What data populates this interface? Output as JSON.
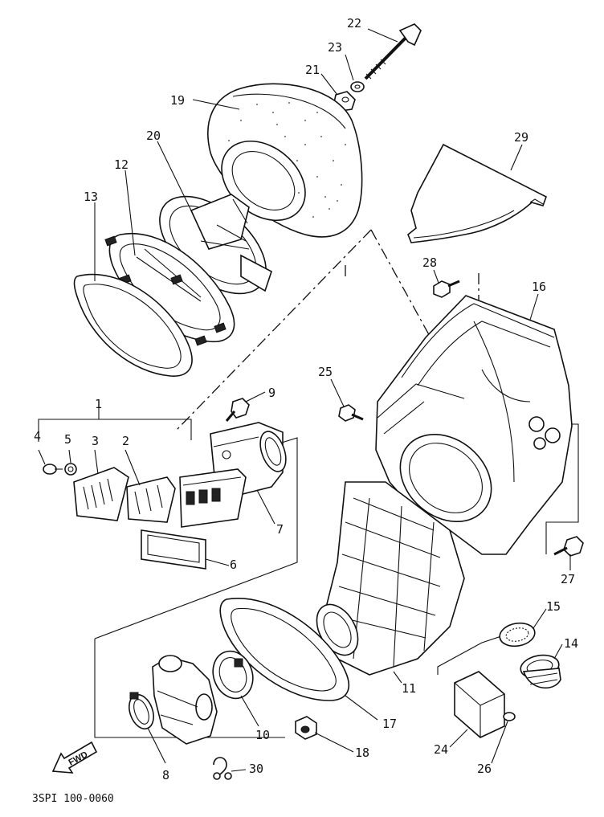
{
  "diagram": {
    "fwd_label": "FWD",
    "catalog_code": "3SPI 100-0060",
    "labels": {
      "1": "1",
      "2": "2",
      "3": "3",
      "4": "4",
      "5": "5",
      "6": "6",
      "7": "7",
      "8": "8",
      "9": "9",
      "10": "10",
      "11": "11",
      "12": "12",
      "13": "13",
      "14": "14",
      "15": "15",
      "16": "16",
      "17": "17",
      "18": "18",
      "19": "19",
      "20": "20",
      "21": "21",
      "22": "22",
      "23": "23",
      "24": "24",
      "25": "25",
      "26": "26",
      "27": "27",
      "28": "28",
      "29": "29",
      "30": "30"
    }
  }
}
